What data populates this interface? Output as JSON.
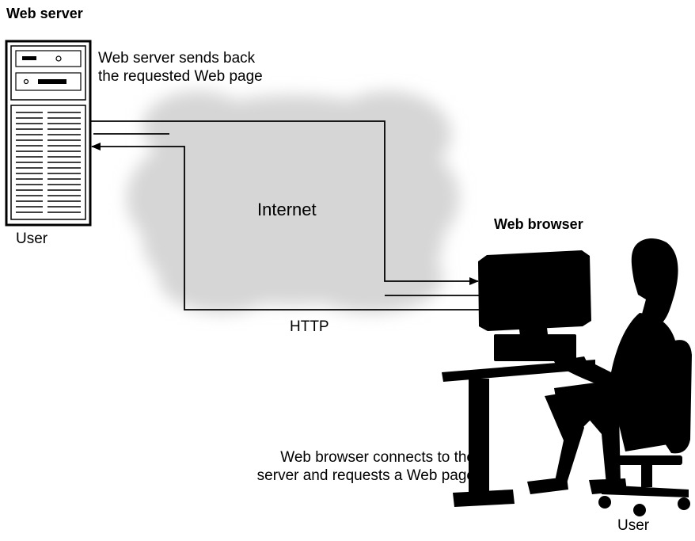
{
  "labels": {
    "server_title": "Web server",
    "server_note": "Web server sends back\nthe requested Web page",
    "server_user": "User",
    "cloud_label": "Internet",
    "browser_title": "Web browser",
    "protocol": "HTTP",
    "browser_note": "Web browser connects to the\nserver and requests a Web page",
    "browser_user": "User"
  },
  "colors": {
    "cloud": "#d6d6d6",
    "ink": "#000000",
    "background": "#ffffff"
  },
  "icons": [
    "server-tower-icon",
    "internet-cloud-icon",
    "computer-workstation-icon",
    "user-silhouette-icon"
  ]
}
